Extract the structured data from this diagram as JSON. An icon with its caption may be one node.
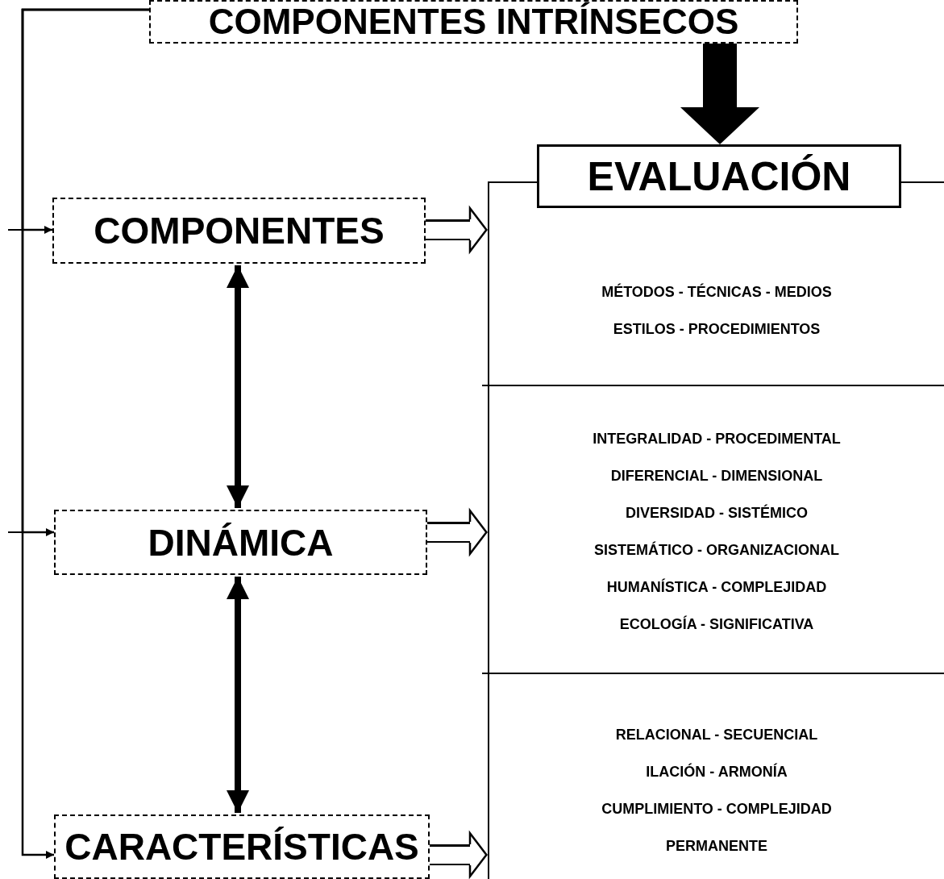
{
  "diagram": {
    "nodes": [
      {
        "text": [
          "COMPONENTES INTRÍNSECOS"
        ]
      },
      {
        "text": [
          "EVALUACIÓN"
        ]
      },
      {
        "text": [
          "COMPONENTES"
        ]
      },
      {
        "text": [
          "DINÁMICA"
        ]
      },
      {
        "text": [
          "CARACTERÍSTICAS"
        ]
      },
      {
        "text": [
          "MÉTODOS - TÉCNICAS - MEDIOS",
          "ESTILOS - PROCEDIMIENTOS"
        ]
      },
      {
        "text": [
          "INTEGRALIDAD - PROCEDIMENTAL",
          "DIFERENCIAL - DIMENSIONAL",
          "DIVERSIDAD - SISTÉMICO",
          "SISTEMÁTICO - ORGANIZACIONAL",
          "HUMANÍSTICA - COMPLEJIDAD",
          "ECOLOGÍA - SIGNIFICATIVA"
        ]
      },
      {
        "text": [
          "RELACIONAL - SECUENCIAL",
          "ILACIÓN - ARMONÍA",
          "CUMPLIMIENTO - COMPLEJIDAD",
          "PERMANENTE"
        ]
      }
    ],
    "edges": [
      {
        "from": 0,
        "to": 1,
        "arrow": "to",
        "style": "thick"
      },
      {
        "from": 0,
        "to": 2,
        "arrow": "to"
      },
      {
        "from": 0,
        "to": 3,
        "arrow": "to"
      },
      {
        "from": 0,
        "to": 4,
        "arrow": "to"
      },
      {
        "from": 2,
        "to": 3,
        "arrow": "both",
        "style": "thick"
      },
      {
        "from": 3,
        "to": 4,
        "arrow": "both",
        "style": "thick"
      },
      {
        "from": 2,
        "to": 5,
        "arrow": "to",
        "style": "thick"
      },
      {
        "from": 3,
        "to": 6,
        "arrow": "to",
        "style": "thick"
      },
      {
        "from": 4,
        "to": 7,
        "arrow": "to",
        "style": "thick"
      }
    ]
  }
}
